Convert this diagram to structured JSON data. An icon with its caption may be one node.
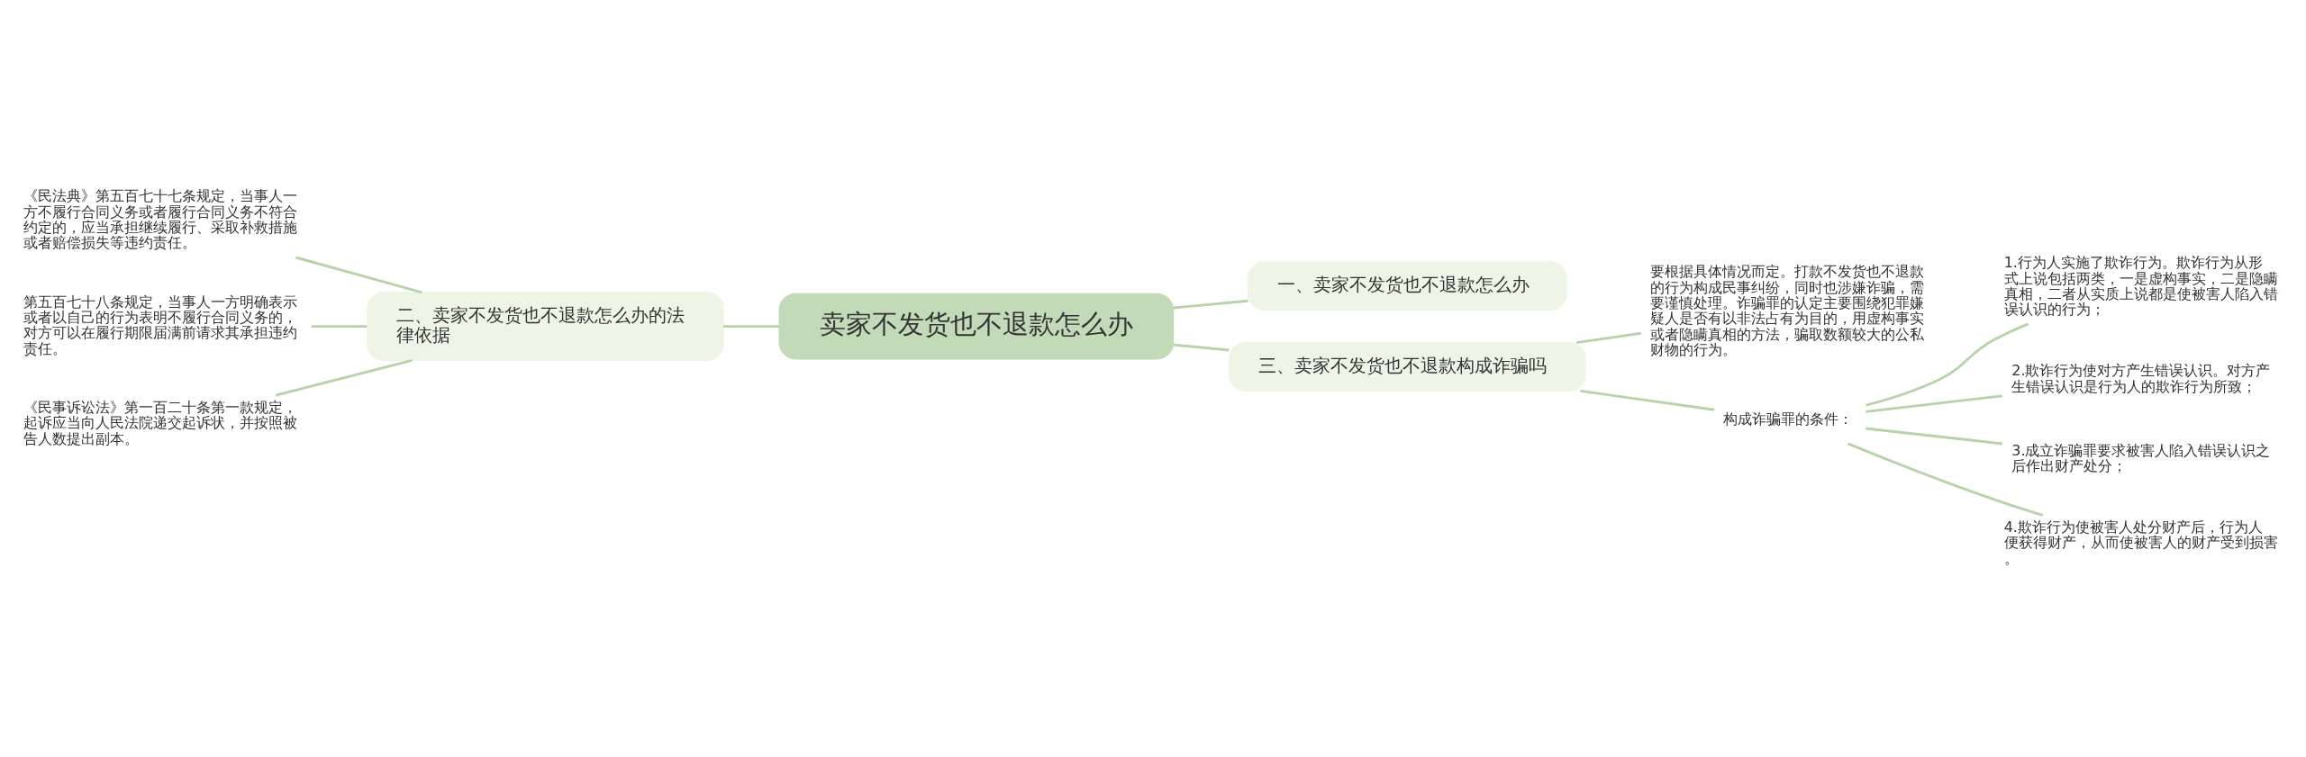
{
  "diagram": {
    "nodes": [
      {
        "text": [
          "卖家不发货也不退款怎么办"
        ]
      },
      {
        "text": [
          "一、卖家不发货也不退款怎么办"
        ]
      },
      {
        "text": [
          "二、卖家不发货也不退款怎么办的法律依据"
        ]
      },
      {
        "text": [
          "《民法典》第五百七十七条规定，当事人一方不履行合同义务或者履行合同义务不符合约定的，应当承担继续履行、采取补救措施或者赔偿损失等违约责任。"
        ]
      },
      {
        "text": [
          "第五百七十八条规定，当事人一方明确表示或者以自己的行为表明不履行合同义务的，对方可以在履行期限届满前请求其承担违约责任。"
        ]
      },
      {
        "text": [
          "《民事诉讼法》第一百二十条第一款规定，起诉应当向人民法院递交起诉状，并按照被告人数提出副本。"
        ]
      },
      {
        "text": [
          "三、卖家不发货也不退款构成诈骗吗"
        ]
      },
      {
        "text": [
          "要根据具体情况而定。打款不发货也不退款的行为构成民事纠纷，同时也涉嫌诈骗，需要谨慎处理。诈骗罪的认定主要围绕犯罪嫌疑人是否有以非法占有为目的，用虚构事实或者隐瞒真相的方法，骗取数额较大的公私财物的行为。"
        ]
      },
      {
        "text": [
          "构成诈骗罪的条件："
        ]
      },
      {
        "text": [
          "1.行为人实施了欺诈行为。欺诈行为从形式上说包括两类，一是虚构事实，二是隐瞒真相，二者从实质上说都是使被害人陷入错误认识的行为；"
        ]
      },
      {
        "text": [
          "2.欺诈行为使对方产生错误认识。对方产生错误认识是行为人的欺诈行为所致；"
        ]
      },
      {
        "text": [
          "3.成立诈骗罪要求被害人陷入错误认识之后作出财产处分；"
        ]
      },
      {
        "text": [
          "4.欺诈行为使被害人处分财产后，行为人便获得财产，从而使被害人的财产受到损害。"
        ]
      }
    ],
    "edges": [
      {
        "from": 0,
        "to": 1,
        "arrow": "none"
      },
      {
        "from": 0,
        "to": 2,
        "arrow": "none"
      },
      {
        "from": 2,
        "to": 3,
        "arrow": "none"
      },
      {
        "from": 2,
        "to": 4,
        "arrow": "none"
      },
      {
        "from": 2,
        "to": 5,
        "arrow": "none"
      },
      {
        "from": 0,
        "to": 6,
        "arrow": "none"
      },
      {
        "from": 6,
        "to": 7,
        "arrow": "none"
      },
      {
        "from": 6,
        "to": 8,
        "arrow": "none"
      },
      {
        "from": 8,
        "to": 9,
        "arrow": "none"
      },
      {
        "from": 8,
        "to": 10,
        "arrow": "none"
      },
      {
        "from": 8,
        "to": 11,
        "arrow": "none"
      },
      {
        "from": 8,
        "to": 12,
        "arrow": "none"
      }
    ]
  }
}
